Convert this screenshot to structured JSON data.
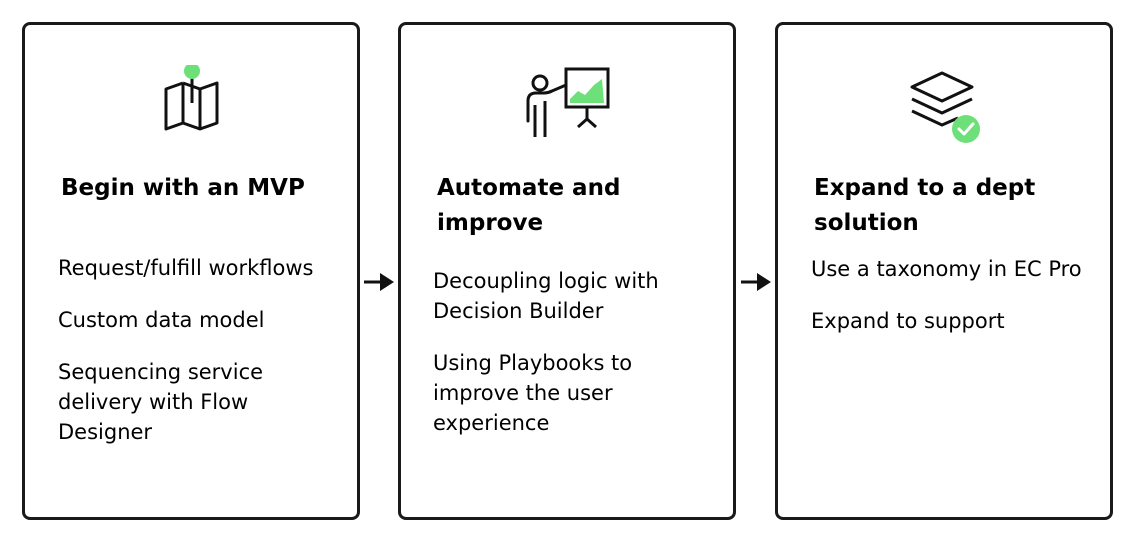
{
  "colors": {
    "accent": "#6ee07a",
    "border": "#1a1a1a",
    "text": "#000000"
  },
  "steps": [
    {
      "icon": "map-pin-icon",
      "title": "Begin with an MVP",
      "items": [
        "Request/fulfill workflows",
        "Custom data model",
        "Sequencing service delivery with Flow Designer"
      ]
    },
    {
      "icon": "presenter-chart-icon",
      "title": "Automate and improve",
      "items": [
        "Decoupling logic with Decision Builder",
        "Using Playbooks to improve the user experience"
      ]
    },
    {
      "icon": "layers-check-icon",
      "title": "Expand to a dept solution",
      "items": [
        "Use a taxonomy in EC Pro",
        "Expand to support"
      ]
    }
  ]
}
